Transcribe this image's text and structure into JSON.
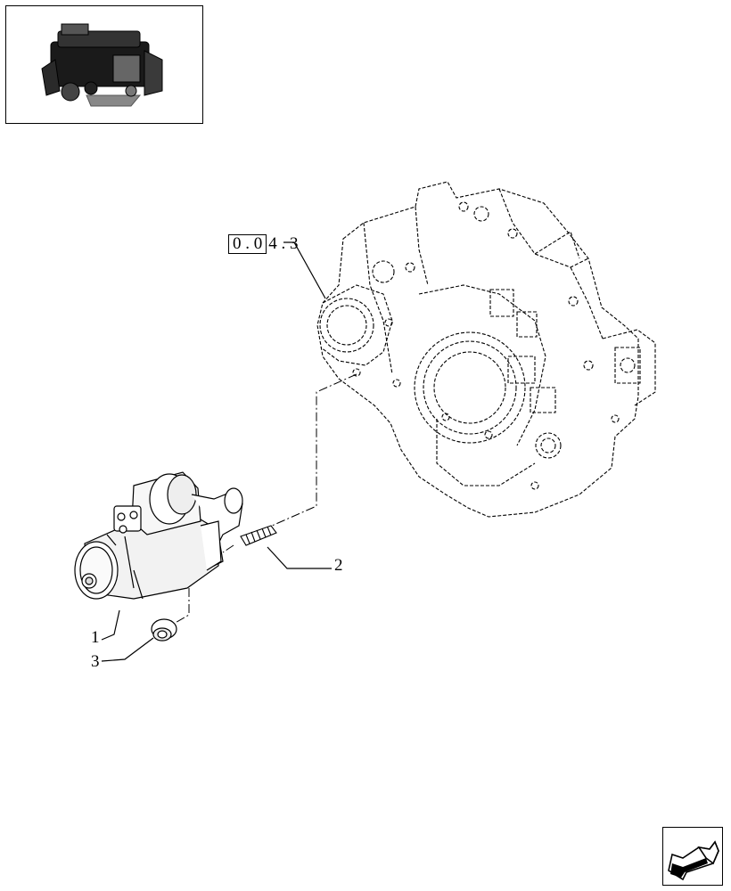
{
  "reference": {
    "boxed": "0 . 0",
    "rest": "4 . 3"
  },
  "callouts": [
    {
      "id": "1",
      "label": "1"
    },
    {
      "id": "2",
      "label": "2"
    },
    {
      "id": "3",
      "label": "3"
    }
  ],
  "icons": {
    "thumbnail": "engine-thumbnail-icon",
    "navigation": "next-page-arrow-icon"
  },
  "colors": {
    "ink": "#000000",
    "background": "#ffffff"
  }
}
